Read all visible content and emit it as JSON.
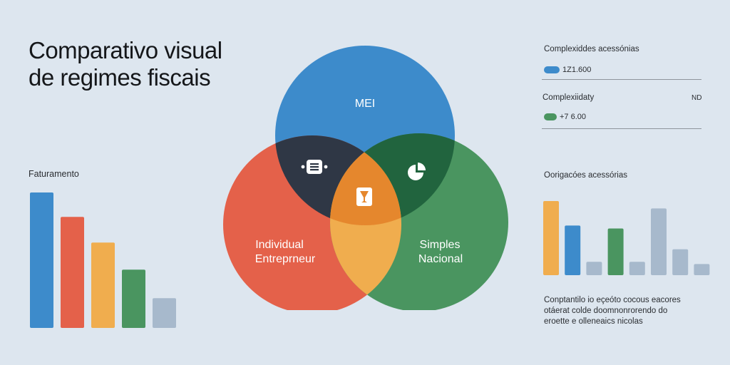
{
  "title": {
    "line1": "Comparativo visual",
    "line2": "de regimes fiscais"
  },
  "left_chart": {
    "label": "Faturamento"
  },
  "venn": {
    "circles": [
      {
        "label_lines": [
          "MEI"
        ],
        "color": "#3d8bcb"
      },
      {
        "label_lines": [
          "Individual",
          "Entreprneur"
        ],
        "color": "#e4614a"
      },
      {
        "label_lines": [
          "Simples",
          "Nacional"
        ],
        "color": "#4a9560"
      }
    ],
    "overlap_colors": {
      "mei_individual": "#2f3745",
      "mei_simples": "#21643e",
      "individual_simples": "#f0ad4e",
      "center": "#e5872d"
    },
    "icons": [
      "list-icon",
      "pie-chart-icon",
      "hourglass-icon"
    ]
  },
  "legend": {
    "row1_label": "Complexiddes acessónias",
    "row1_value": "1Z1.600",
    "row1_color": "#3d8bcb",
    "row2_label": "Complexiidaty",
    "row2_tag": "ND",
    "row2_value": "+7 6.00",
    "row2_color": "#4a9560"
  },
  "right_chart": {
    "label": "Oorigacóes acessórias"
  },
  "note": {
    "lines": [
      "Conptantilo io eçeóto cocous eacores",
      "otáerat colde doomnonrorendo do",
      "eroette e olleneaics nicolas"
    ]
  },
  "chart_data": [
    {
      "type": "bar",
      "title": "Faturamento",
      "values": [
        100,
        82,
        63,
        43,
        22
      ],
      "colors": [
        "#3d8bcb",
        "#e4614a",
        "#f0ad4e",
        "#4a9560",
        "#a7b9cc"
      ],
      "ylim": [
        0,
        100
      ]
    },
    {
      "type": "bar",
      "title": "Oorigacóes acessórias",
      "values": [
        100,
        67,
        18,
        63,
        18,
        90,
        35,
        15
      ],
      "colors": [
        "#f0ad4e",
        "#3d8bcb",
        "#a7b9cc",
        "#4a9560",
        "#a7b9cc",
        "#a7b9cc",
        "#a7b9cc",
        "#a7b9cc"
      ],
      "ylim": [
        0,
        100
      ]
    }
  ]
}
